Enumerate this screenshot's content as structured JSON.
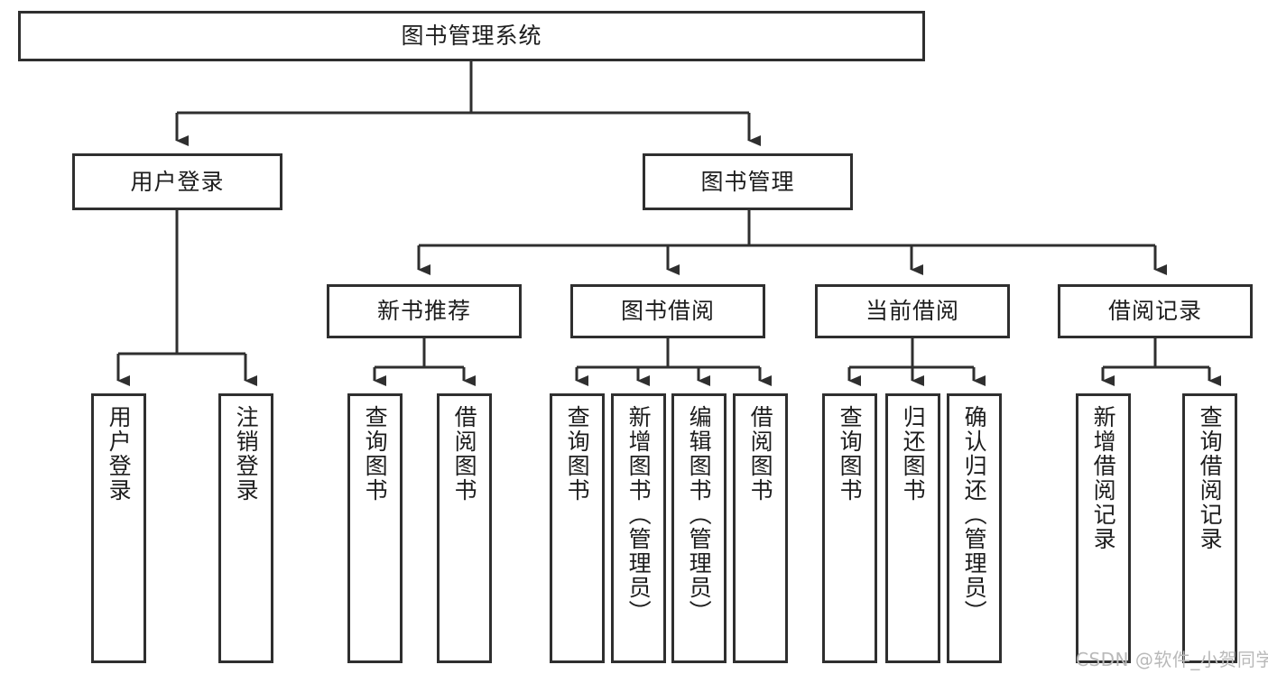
{
  "diagram": {
    "title": "图书管理系统",
    "type": "tree-hierarchy",
    "orientation": "top-down",
    "colors": {
      "box_border": "#2f2f2f",
      "box_fill": "#ffffff",
      "connector": "#2f2f2f",
      "text": "#1d1d1d",
      "watermark": "#b9b9b9"
    },
    "root": {
      "label": "图书管理系统"
    },
    "level2": [
      {
        "label": "用户登录"
      },
      {
        "label": "图书管理"
      }
    ],
    "level3": [
      {
        "label": "新书推荐"
      },
      {
        "label": "图书借阅"
      },
      {
        "label": "当前借阅"
      },
      {
        "label": "借阅记录"
      }
    ],
    "leaves": {
      "user_login": [
        {
          "label": "用户登录"
        },
        {
          "label": "注销登录"
        }
      ],
      "new_book_recommend": [
        {
          "label": "查询图书"
        },
        {
          "label": "借阅图书"
        }
      ],
      "book_borrow": [
        {
          "label": "查询图书"
        },
        {
          "label": "新增图书（管理员）"
        },
        {
          "label": "编辑图书（管理员）"
        },
        {
          "label": "借阅图书"
        }
      ],
      "current_borrow": [
        {
          "label": "查询图书"
        },
        {
          "label": "归还图书"
        },
        {
          "label": "确认归还（管理员）"
        }
      ],
      "borrow_record": [
        {
          "label": "新增借阅记录"
        },
        {
          "label": "查询借阅记录"
        }
      ]
    }
  },
  "watermark": {
    "text": "CSDN @软件_小贺同学"
  }
}
